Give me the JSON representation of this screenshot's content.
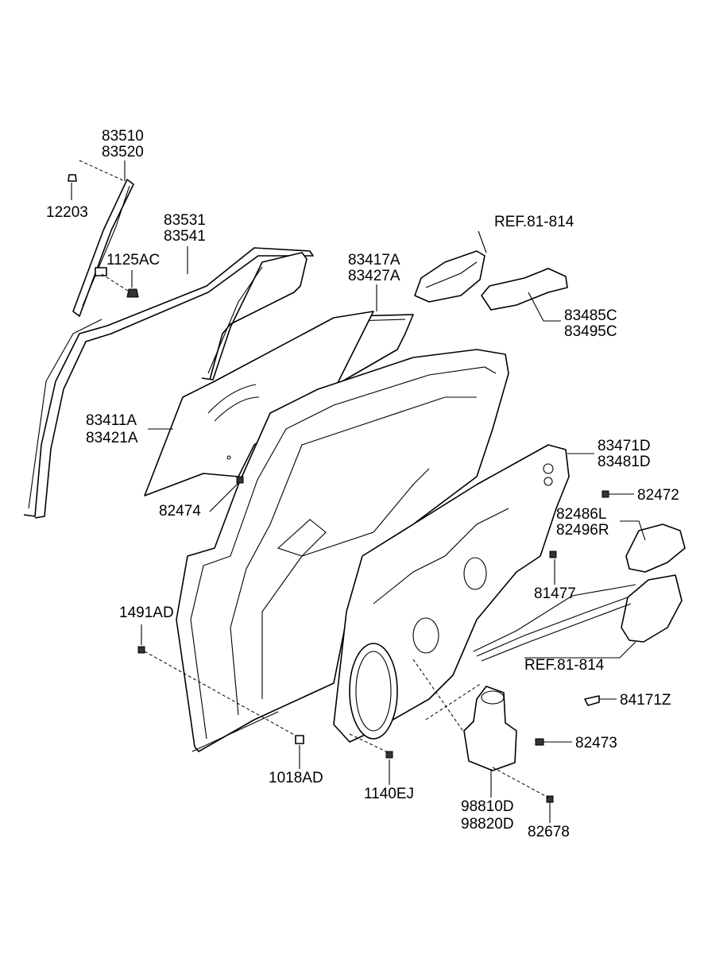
{
  "labels": {
    "l83510": "83510",
    "l83520": "83520",
    "l12203": "12203",
    "l83531": "83531",
    "l83541": "83541",
    "l1125AC": "1125AC",
    "ref_top": "REF.81-814",
    "l83417A": "83417A",
    "l83427A": "83427A",
    "l83485C": "83485C",
    "l83495C": "83495C",
    "l83411A": "83411A",
    "l83421A": "83421A",
    "l83471D": "83471D",
    "l83481D": "83481D",
    "l82474": "82474",
    "l82472": "82472",
    "l82486L": "82486L",
    "l82496R": "82496R",
    "l81477": "81477",
    "l1491AD": "1491AD",
    "ref_bottom": "REF.81-814",
    "l84171Z": "84171Z",
    "l82473": "82473",
    "l1018AD": "1018AD",
    "l1140EJ": "1140EJ",
    "l98810D": "98810D",
    "l98820D": "98820D",
    "l82678": "82678"
  }
}
